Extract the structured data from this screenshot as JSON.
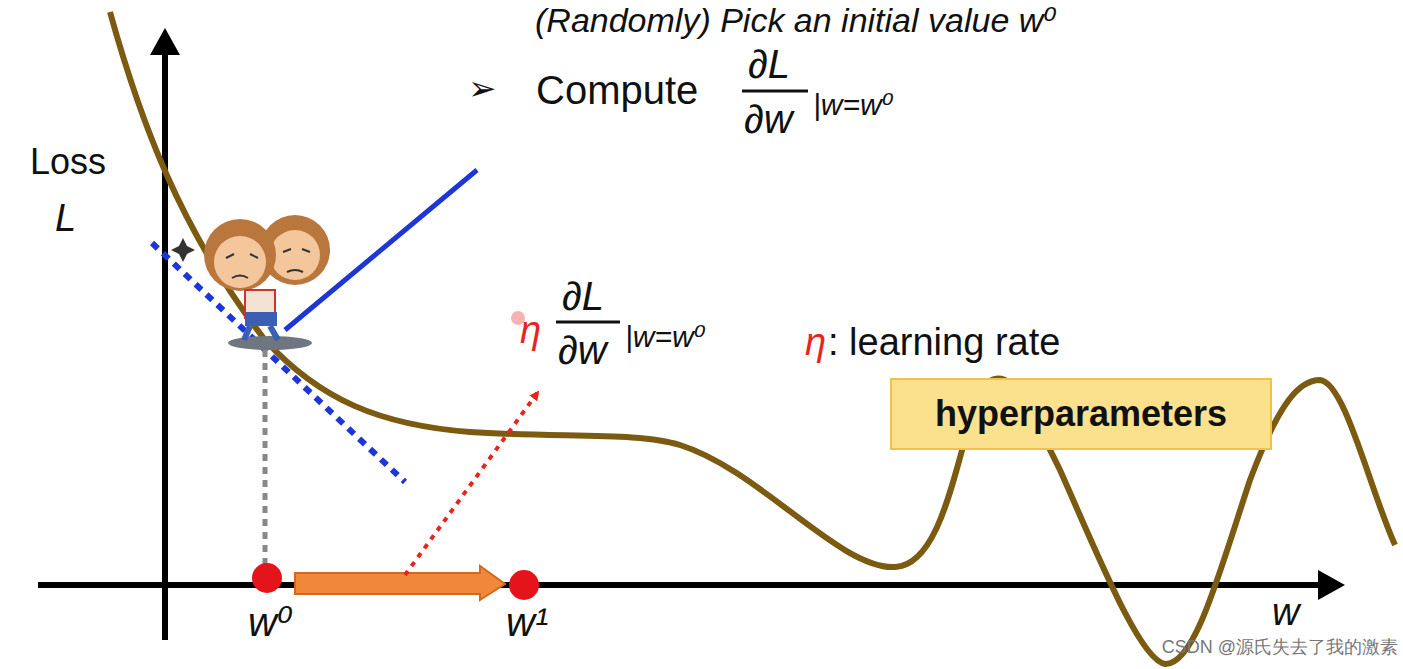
{
  "diagram": {
    "nodes": [
      {
        "text": [
          "hyperparameters"
        ]
      }
    ],
    "edges": [],
    "labels": [
      "(Randomly) Pick an initial value w⁰",
      "➢",
      "Compute",
      "∂L",
      "∂w",
      "|w=w⁰",
      "Loss",
      "L",
      "η",
      "∂L",
      "∂w",
      "|w=w⁰",
      "η",
      ": learning rate",
      "w⁰",
      "w¹",
      "w",
      "CSDN @源氏失去了我的激素"
    ]
  }
}
